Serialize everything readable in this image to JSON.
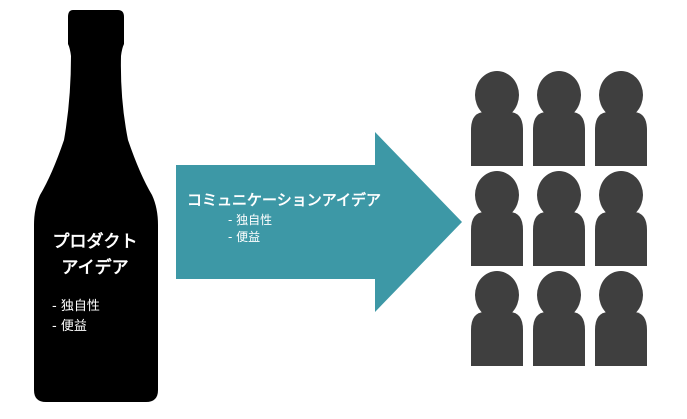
{
  "product": {
    "title_line1": "プロダクト",
    "title_line2": "アイデア",
    "points": [
      "- 独自性",
      "- 便益"
    ]
  },
  "communication": {
    "title": "コミュニケーションアイデア",
    "points": [
      "- 独自性",
      "- 便益"
    ]
  },
  "audience": {
    "rows": 3,
    "cols": 3
  },
  "colors": {
    "bottle": "#000000",
    "arrow": "#3d98a6",
    "person": "#3f3f3f",
    "text_on_dark": "#ffffff"
  }
}
